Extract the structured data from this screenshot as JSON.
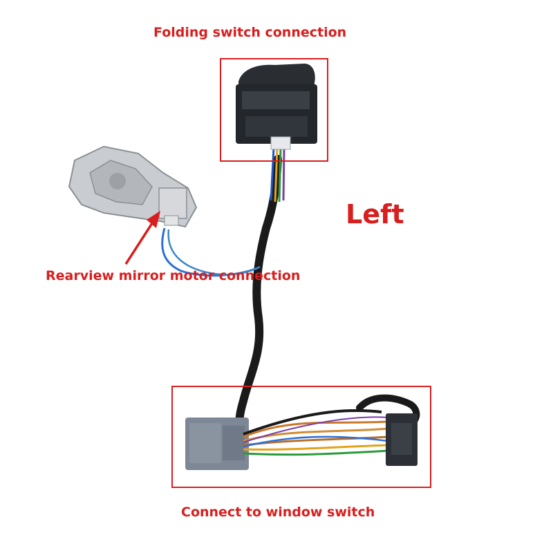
{
  "labels": {
    "folding": "Folding switch connection",
    "side": "Left",
    "motor": "Rearview mirror motor connection",
    "window": "Connect to window switch"
  },
  "colors": {
    "accent": "#d81e1e",
    "cable": "#1a1a1a",
    "connector": "#7d8795"
  }
}
